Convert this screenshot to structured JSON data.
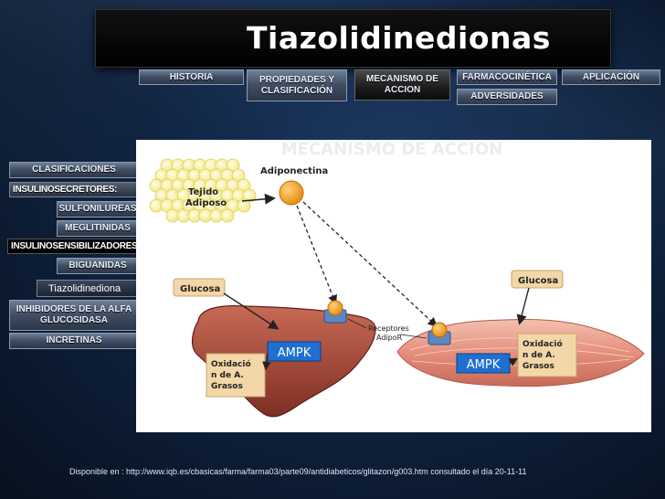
{
  "title": "Tiazolidinedionas",
  "nav": {
    "historia": "HISTORIA",
    "propiedades_1": "PROPIEDADES Y",
    "propiedades_2": "CLASIFICACIÓN",
    "mecanismo_1": "MECANISMO DE",
    "mecanismo_2": "ACCION",
    "farmacocinetica": "FARMACOCINÉTICA",
    "aplicacion": "APLICACIÓN",
    "adversidades": "ADVERSIDADES"
  },
  "sidebar": {
    "clasificaciones": "CLASIFICACIONES",
    "insulinosecretores": "INSULINOSECRETORES:",
    "sulfonilureas": "SULFONILUREAS",
    "meglitinidas": "MEGLITINIDAS",
    "insulinosensibilizadores": "INSULINOSENSIBILIZADORES:",
    "biguanidas": "BIGUANIDAS",
    "tiazolidinedionas": "Tiazolidinediona",
    "inhibidores_1": "INHIBIDORES DE LA ALFA",
    "inhibidores_2": "GLUCOSIDASA",
    "incretinas": "INCRETINAS"
  },
  "figure": {
    "adiponectina": "Adiponectina",
    "tejido_1": "Tejido",
    "tejido_2": "Adiposo",
    "glucosa_left": "Glucosa",
    "glucosa_right": "Glucosa",
    "receptores_1": "Receptores",
    "receptores_2": "AdipoR",
    "ampk_left": "AMPK",
    "ampk_right": "AMPK",
    "oxidacion_left_1": "Oxidació",
    "oxidacion_left_2": "n de A.",
    "oxidacion_left_3": "Grasos",
    "oxidacion_right_1": "Oxidació",
    "oxidacion_right_2": "n de A.",
    "oxidacion_right_3": "Grasos",
    "ghost_text": "MECANISMO DE ACCION"
  },
  "caption": "Disponible en :  http://www.iqb.es/cbasicas/farma/farma03/parte09/antidiabeticos/glitazon/g003.htm consultado el día 20-11-11",
  "colors": {
    "nav_button": "#4a5870",
    "amp_box": "#1f6fd1",
    "adiponectina": "#f5a623",
    "liver": "#a8483a",
    "muscle": "#e8a090",
    "note_box": "#f3d7a8",
    "glucose_box": "#f3d7a8"
  }
}
